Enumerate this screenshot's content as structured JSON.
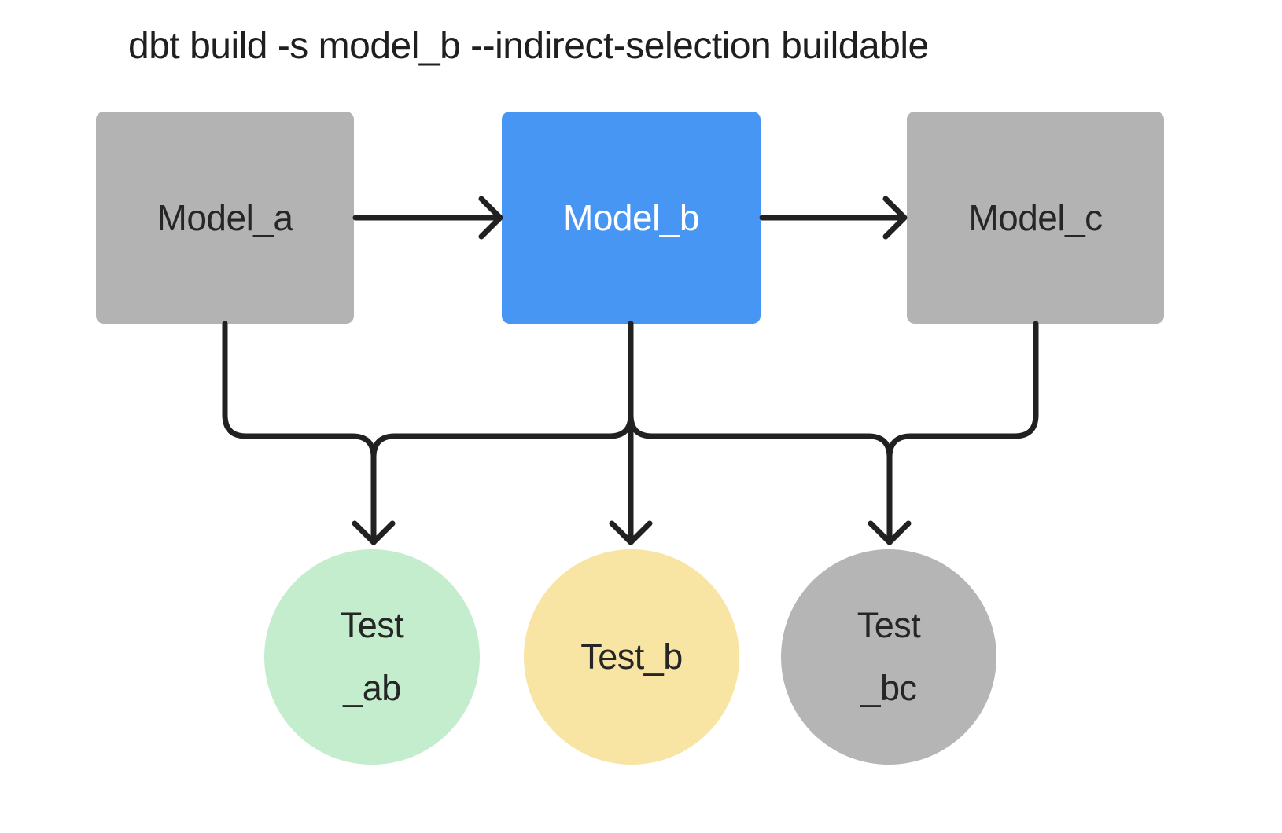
{
  "diagram": {
    "title": "dbt build -s model_b --indirect-selection buildable",
    "models": [
      {
        "label": "Model_a",
        "fill": "#b3b3b3",
        "text_color": "#262626"
      },
      {
        "label": "Model_b",
        "fill": "#4896f3",
        "text_color": "#ffffff"
      },
      {
        "label": "Model_c",
        "fill": "#b3b3b3",
        "text_color": "#262626"
      }
    ],
    "tests": [
      {
        "label": "Test_ab",
        "lines": [
          "Test",
          "_ab"
        ],
        "fill": "#c3edcc"
      },
      {
        "label": "Test_b",
        "lines": [
          "Test_b"
        ],
        "fill": "#f8e5a3"
      },
      {
        "label": "Test_bc",
        "lines": [
          "Test",
          "_bc"
        ],
        "fill": "#b5b5b5"
      }
    ],
    "model_edges": [
      {
        "from": "Model_a",
        "to": "Model_b"
      },
      {
        "from": "Model_b",
        "to": "Model_c"
      }
    ],
    "test_edges": [
      {
        "from": "Model_a",
        "to": "Test_ab"
      },
      {
        "from": "Model_b",
        "to": "Test_ab"
      },
      {
        "from": "Model_b",
        "to": "Test_b"
      },
      {
        "from": "Model_b",
        "to": "Test_bc"
      },
      {
        "from": "Model_c",
        "to": "Test_bc"
      }
    ],
    "line_color": "#212121"
  }
}
